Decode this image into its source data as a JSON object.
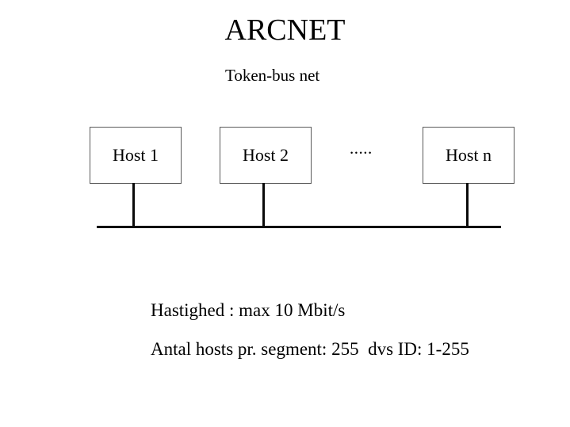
{
  "slide": {
    "title": "ARCNET",
    "subtitle": "Token-bus net",
    "hosts": [
      {
        "label": "Host 1"
      },
      {
        "label": "Host 2"
      },
      {
        "label": "Host n"
      }
    ],
    "ellipsis": ".....",
    "notes": {
      "speed": "Hastighed : max 10 Mbit/s",
      "segment": "Antal hosts pr. segment: 255  dvs ID: 1-255"
    },
    "colors": {
      "background": "#ffffff",
      "text": "#000000",
      "box_border": "#5a5a5a",
      "line": "#0a0a0a"
    }
  }
}
